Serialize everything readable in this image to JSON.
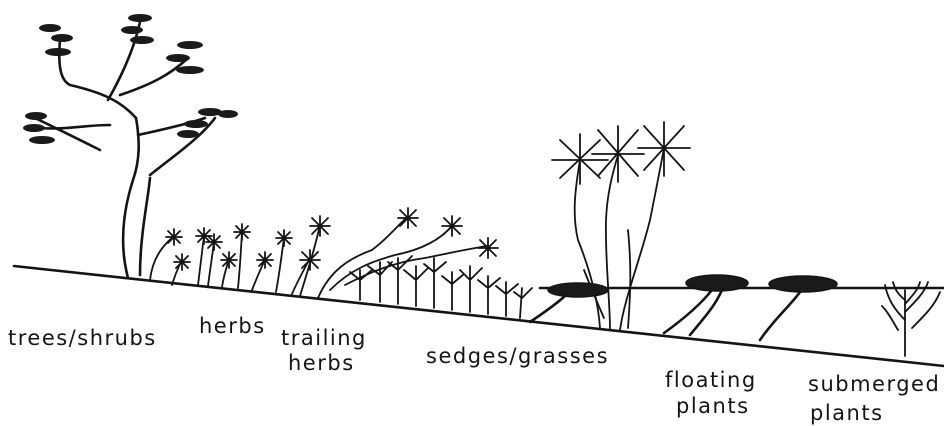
{
  "labels": {
    "trees_shrubs": "trees/shrubs",
    "herbs": "herbs",
    "trailing_1": "trailing",
    "trailing_2": "herbs",
    "sedges_grasses": "sedges/grasses",
    "floating_1": "floating",
    "floating_2": "plants",
    "submerged_1": "submerged",
    "submerged_2": "plants"
  }
}
